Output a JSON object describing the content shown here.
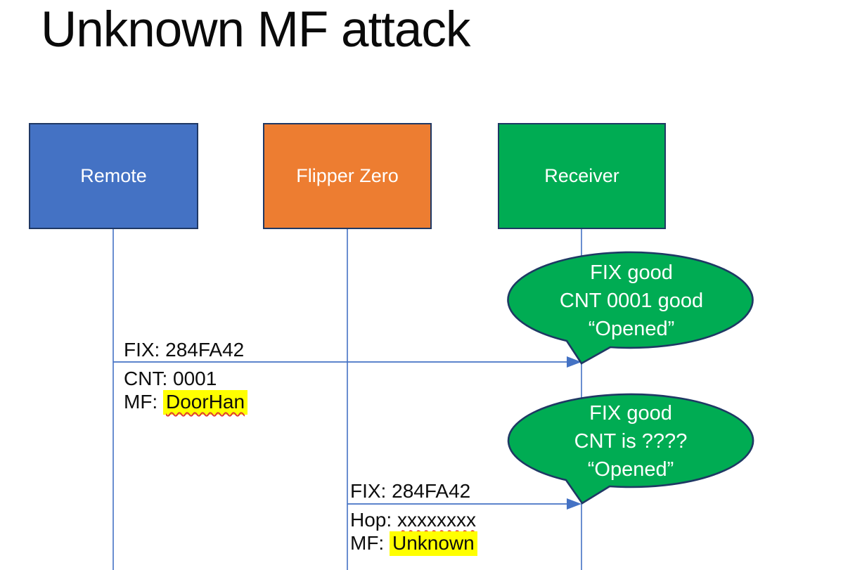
{
  "slide_title": "Unknown MF attack",
  "colors": {
    "blue": "#4472C4",
    "orange": "#ED7D31",
    "green": "#00AC53",
    "navy": "#1F3864",
    "line": "#4472C4",
    "highlight": "#FFFF00",
    "squiggle": "#E03C31"
  },
  "actors": [
    {
      "label": "Remote"
    },
    {
      "label": "Flipper Zero"
    },
    {
      "label": "Receiver"
    }
  ],
  "messages": [
    {
      "line_above": "FIX: 284FA42",
      "line_below_1": "CNT: 0001",
      "line_below_2_prefix": "MF: ",
      "line_below_2_value": "DoorHan"
    },
    {
      "line_above": "FIX: 284FA42",
      "line_below_1_prefix": "Hop: ",
      "line_below_1_value": "xxxxxxxx",
      "line_below_2_prefix": "MF: ",
      "line_below_2_value": "Unknown"
    }
  ],
  "callouts": [
    {
      "line1": "FIX good",
      "line2": "CNT 0001 good",
      "line3": "“Opened”"
    },
    {
      "line1": "FIX good",
      "line2": "CNT is ????",
      "line3": "“Opened”"
    }
  ]
}
